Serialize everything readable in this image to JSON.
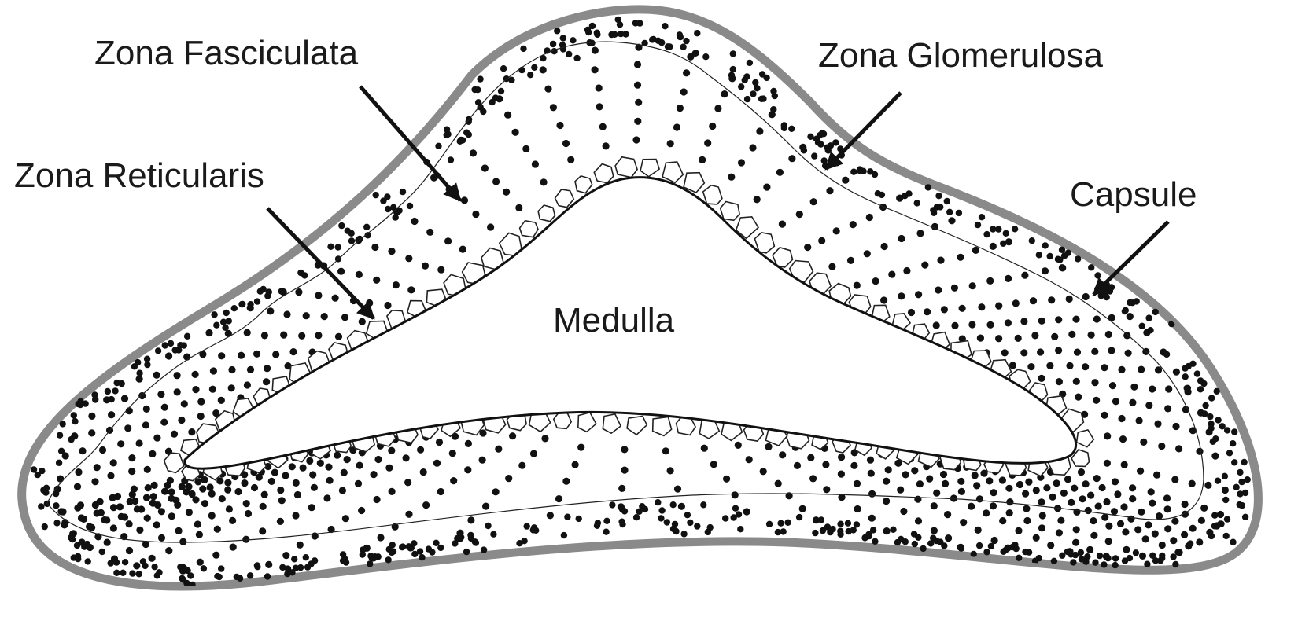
{
  "labels": {
    "zona_fasciculata": "Zona Fasciculata",
    "zona_glomerulosa": "Zona Glomerulosa",
    "zona_reticularis": "Zona Reticularis",
    "capsule": "Capsule",
    "medulla": "Medulla"
  },
  "colors": {
    "capsule_border": "#8a8a8a",
    "ink": "#111111",
    "background": "#ffffff"
  }
}
